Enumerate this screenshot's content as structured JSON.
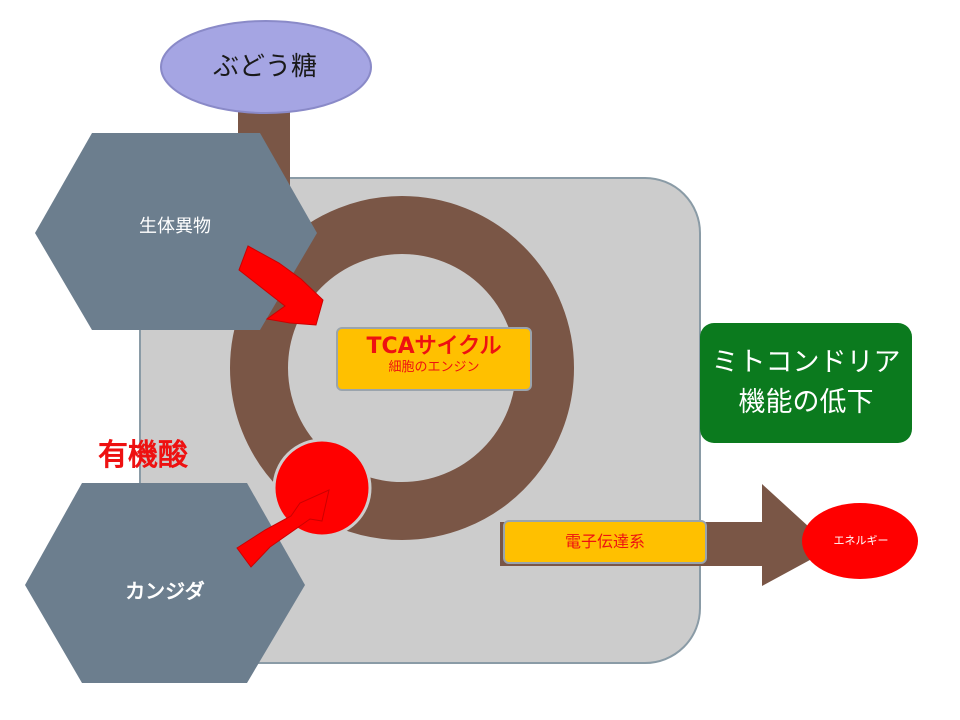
{
  "glucose": {
    "label": "ぶどう糖"
  },
  "xenobiotics": {
    "label": "生体異物"
  },
  "candida": {
    "label": "カンジダ"
  },
  "organic_acid": {
    "label": "有機酸"
  },
  "tca_cycle": {
    "title": "TCAサイクル",
    "subtitle": "細胞のエンジン"
  },
  "electron_transport": {
    "label": "電子伝達系"
  },
  "mitochondria": {
    "line1": "ミトコンドリア",
    "line2": "機能の低下"
  },
  "energy": {
    "label": "エネルギー"
  },
  "colors": {
    "cell": "#cccccc",
    "cell_border": "#8a9ba6",
    "pathway_brown": "#7a5646",
    "hexagon": "#6c7e8e",
    "glucose_fill": "#a5a5e3",
    "red": "#ff0000",
    "tca_box": "#ffc000",
    "mito_green": "#0b7a1e",
    "text_red": "#ee1111"
  }
}
